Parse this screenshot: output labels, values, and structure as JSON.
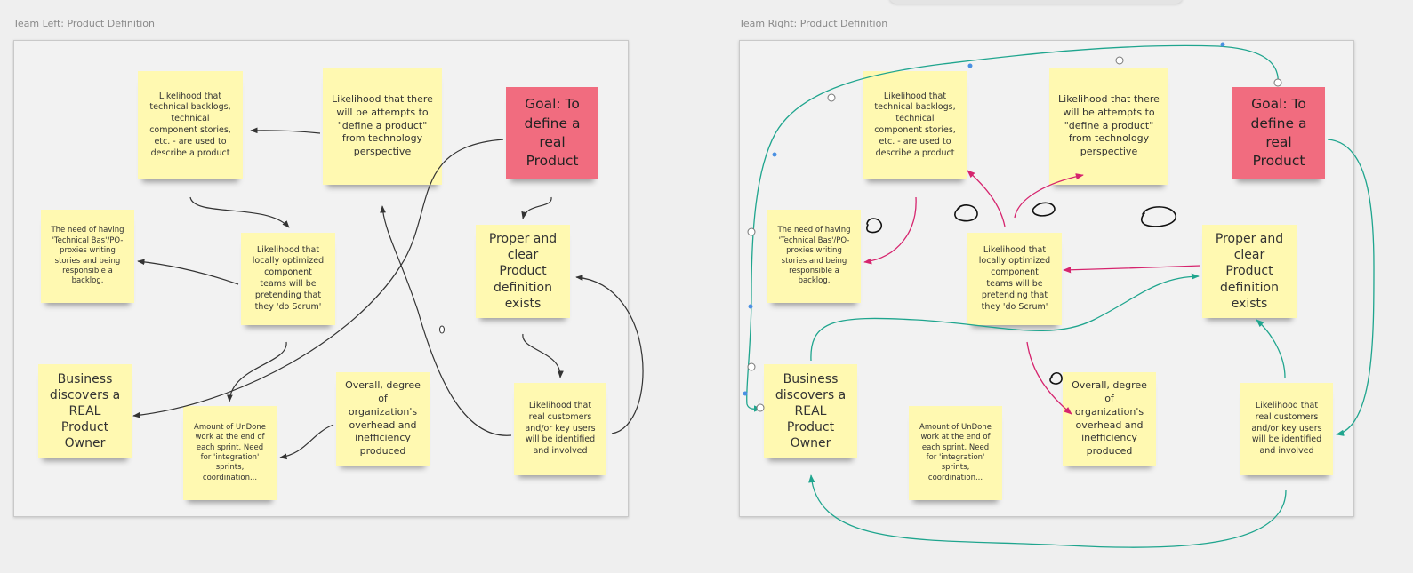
{
  "frames": {
    "left": {
      "title": "Team Left: Product Definition"
    },
    "right": {
      "title": "Team Right: Product Definition"
    }
  },
  "notes": {
    "backlogs": "Likelihood that technical backlogs, technical component stories, etc. - are used to describe a product",
    "attempts": "Likelihood that there will be attempts to \"define  a  product\" from technology perspective",
    "goal": "Goal: To define a real Product",
    "need": "The need of having 'Technical Bas'/PO-proxies writing stories and being responsible a backlog.",
    "local": "Likelihood that locally optimized component teams will be pretending that they 'do Scrum'",
    "proper": "Proper and clear Product definition exists",
    "business": "Business discovers a REAL Product Owner",
    "undone": "Amount of UnDone work at the end of each sprint. Need for 'integration' sprints, coordination...",
    "overall": "Overall, degree of organization's overhead and inefficiency produced",
    "customers": "Likelihood that real customers and/or key users will be identified and involved"
  },
  "colors": {
    "note_yellow": "#fff9b1",
    "note_pink": "#f16c7f",
    "arrow_dark": "#333333",
    "arrow_magenta": "#d6246e",
    "arrow_teal": "#1fa58e"
  }
}
